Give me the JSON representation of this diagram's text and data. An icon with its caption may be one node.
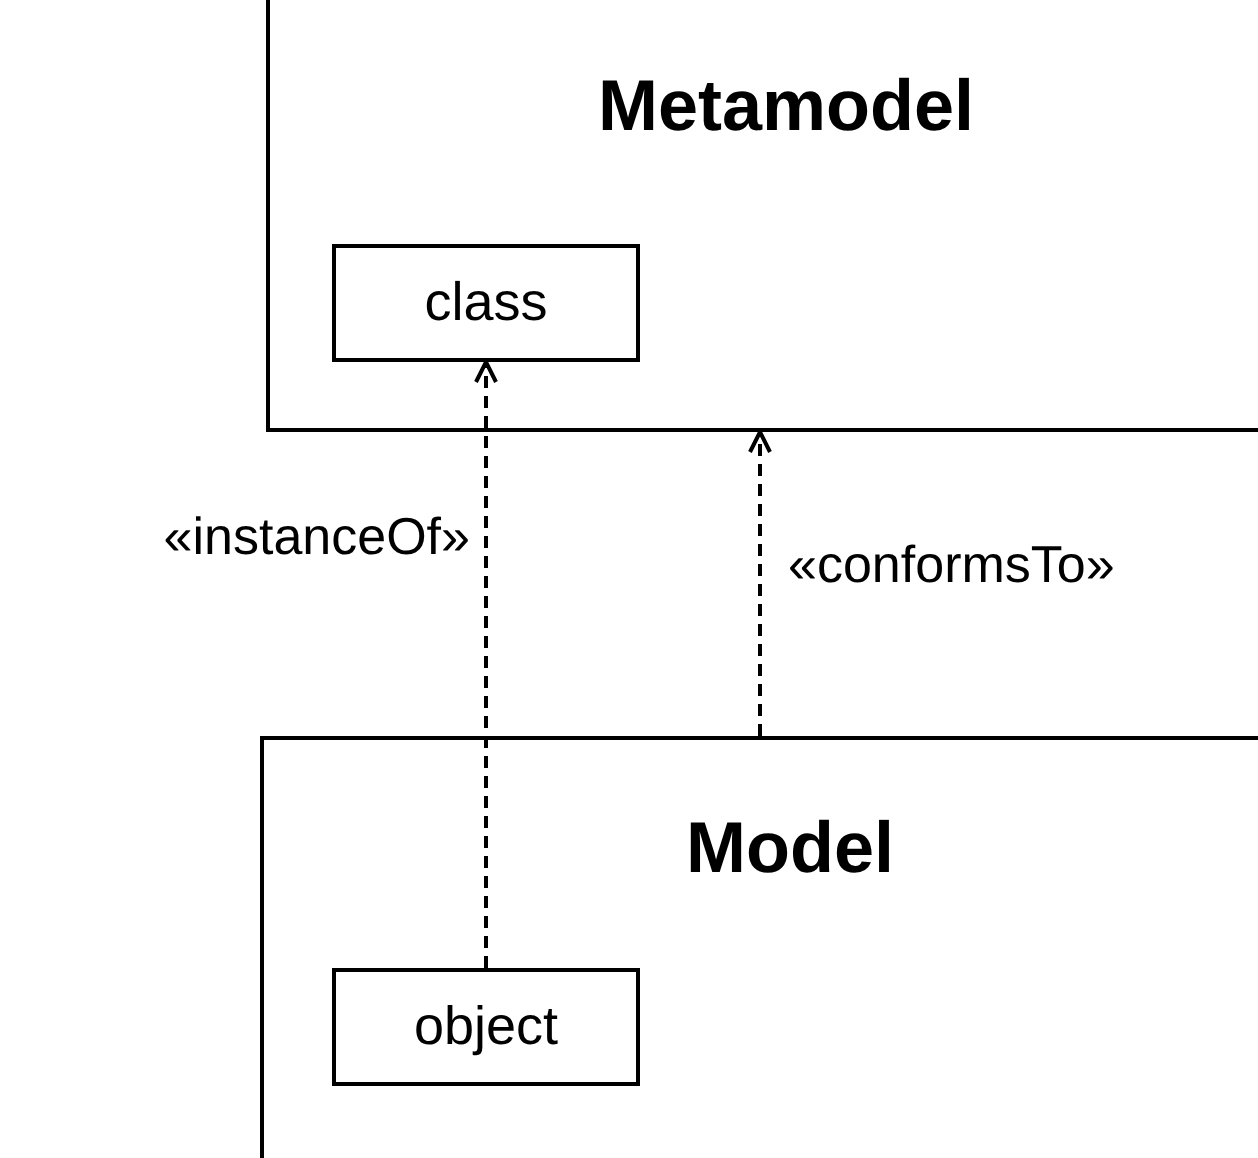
{
  "diagram": {
    "nodes": [
      {
        "text": [
          "Metamodel"
        ]
      },
      {
        "text": [
          "class"
        ],
        "in": 0
      },
      {
        "text": [
          "Model"
        ]
      },
      {
        "text": [
          "object"
        ],
        "in": 2
      }
    ],
    "edges": [
      {
        "from": 3,
        "to": 1,
        "arrow": "to",
        "label": "«instanceOf»",
        "style": "dashed"
      },
      {
        "from": 2,
        "to": 0,
        "arrow": "to",
        "label": "«conformsTo»",
        "style": "dashed"
      }
    ]
  }
}
